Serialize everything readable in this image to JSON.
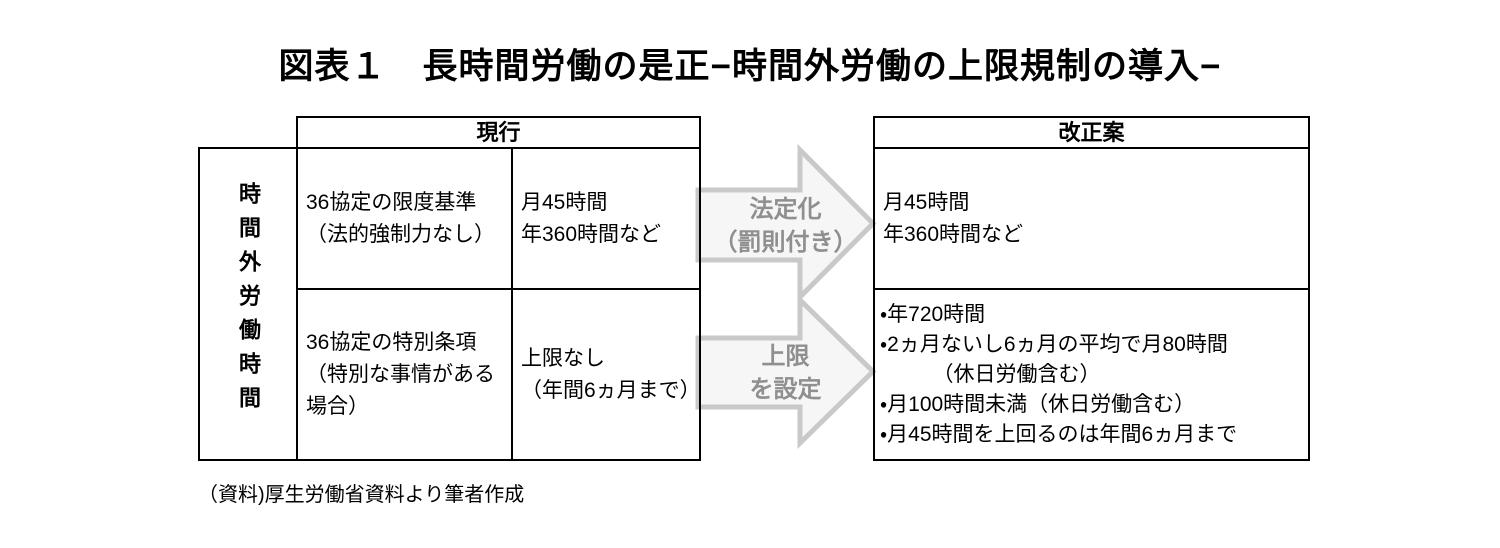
{
  "title": "図表１　長時間労働の是正−時間外労働の上限規制の導入−",
  "current_table": {
    "column_header": "現行",
    "row_header": "時間外労働時間",
    "rows": [
      {
        "label": "36協定の限度基準\n（法的強制力なし）",
        "value": "月45時間\n年360時間など"
      },
      {
        "label": "36協定の特別条項\n（特別な事情がある\n場合）",
        "value": "上限なし\n（年間6ヵ月まで）"
      }
    ]
  },
  "arrows": [
    {
      "label": "法定化\n（罰則付き）"
    },
    {
      "label": "上限\nを設定"
    }
  ],
  "revised_table": {
    "column_header": "改正案",
    "rows": [
      {
        "value": "月45時間\n年360時間など"
      },
      {
        "value": "・年720時間\n・2ヵ月ないし6ヵ月の平均で月80時間\n　　　（休日労働含む）\n・月100時間未満（休日労働含む）\n・月45時間を上回るのは年間6ヵ月まで"
      }
    ]
  },
  "source_note": "（資料)厚生労働省資料より筆者作成",
  "colors": {
    "table_border": "#000000",
    "arrow_fill": "#f6f6f6",
    "arrow_stroke": "#c9c9c9",
    "arrow_text": "#8f8f8f"
  }
}
